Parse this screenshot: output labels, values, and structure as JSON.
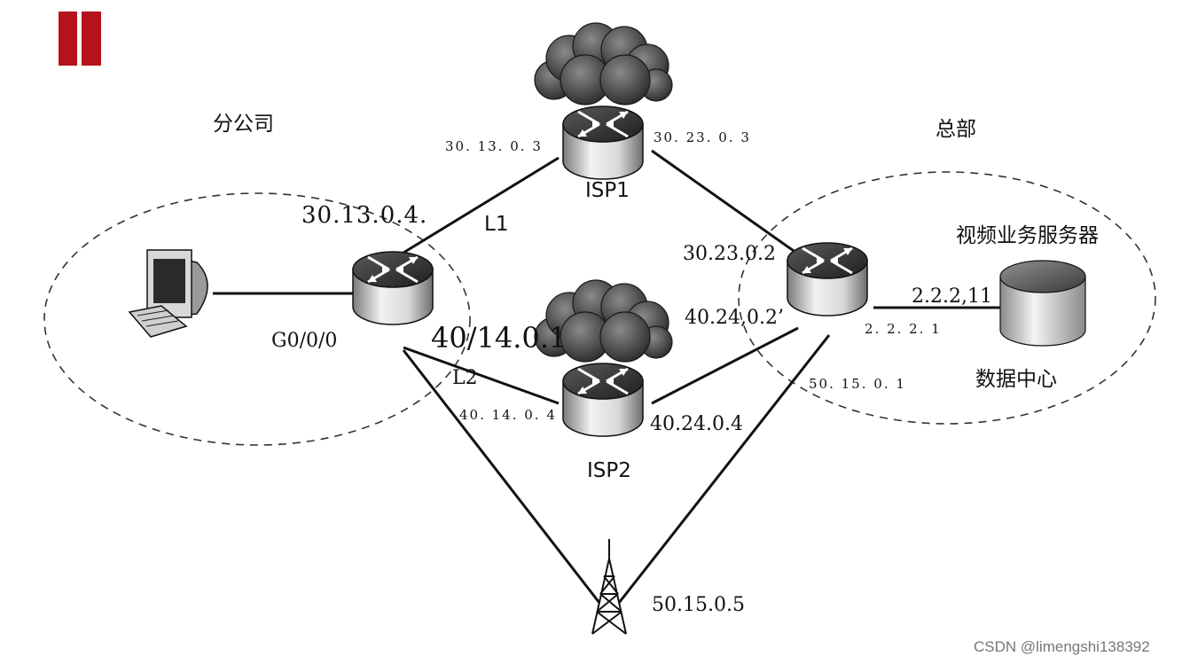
{
  "sites": {
    "branch": "分公司",
    "hq": "总部"
  },
  "nodes": {
    "isp1": "ISP1",
    "isp2": "ISP2",
    "video_server": "视频业务服务器",
    "datacenter": "数据中心"
  },
  "links": {
    "l1": "L1",
    "l2": "L2"
  },
  "interfaces": {
    "isp1_branch": "30. 13. 0. 3",
    "isp1_hq": "30. 23. 0. 3",
    "branch_l1": "30.13.0.4.",
    "branch_g0": "G0/0/0",
    "branch_l2": "40/14.0.1",
    "isp2_branch": "40. 14. 0. 4",
    "hq_isp1": "30.23.0.2",
    "hq_isp2": "40.24,0.2’",
    "isp2_hq": "40.24.0.4",
    "hq_lan": "2. 2. 2. 1",
    "server_ip": "2.2.2,11",
    "hq_wireless": "50. 15. 0. 1",
    "tower_ip": "50.15.0.5"
  },
  "icons": {
    "logo": "red-bar-logo",
    "pc": "computer-icon",
    "router": "router-icon",
    "cloud": "cloud-icon",
    "server": "database-cylinder-icon",
    "tower": "radio-tower-icon"
  },
  "colors": {
    "logo": "#b5121b",
    "line": "#111111",
    "dashed": "#333333"
  },
  "watermark": "CSDN @limengshi138392"
}
